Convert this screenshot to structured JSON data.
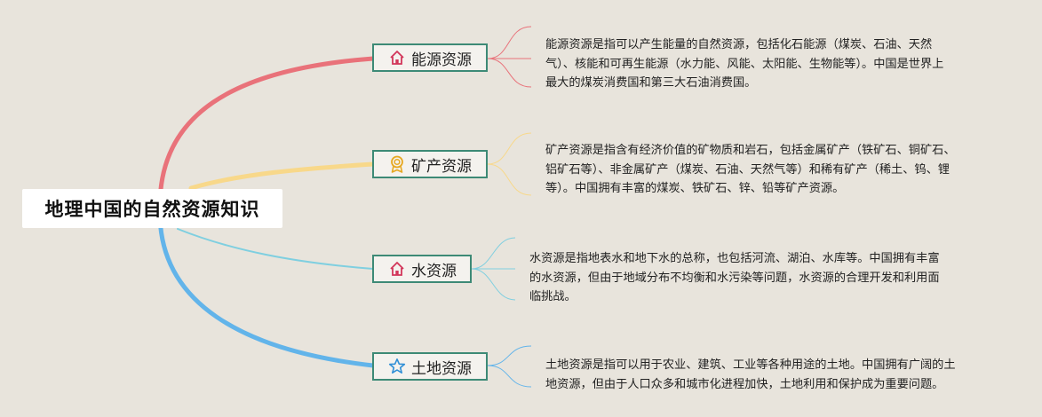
{
  "title": "地理中国的自然资源知识",
  "colors": {
    "background": "#e8e4dc",
    "node_border": "#3d8a76",
    "branch_energy": "#e9727a",
    "branch_mineral": "#f8d88a",
    "branch_water": "#7fcfe0",
    "branch_land": "#62b4ea"
  },
  "branches": [
    {
      "label": "能源资源",
      "icon": "house-icon",
      "text": [
        "能源资源是指可以产生能量的自然资源，包括化石能源（煤炭、石油、天然",
        "气）、核能和可再生能源（水力能、风能、太阳能、生物能等）。中国是世界上",
        "最大的煤炭消费国和第三大石油消费国。"
      ]
    },
    {
      "label": "矿产资源",
      "icon": "medal-icon",
      "text": [
        "矿产资源是指含有经济价值的矿物质和岩石，包括金属矿产（铁矿石、铜矿石、",
        "铝矿石等）、非金属矿产（煤炭、石油、天然气等）和稀有矿产（稀土、钨、锂",
        "等）。中国拥有丰富的煤炭、铁矿石、锌、铅等矿产资源。"
      ]
    },
    {
      "label": "水资源",
      "icon": "house-icon",
      "text": [
        "水资源是指地表水和地下水的总称，也包括河流、湖泊、水库等。中国拥有丰富",
        "的水资源，但由于地域分布不均衡和水污染等问题，水资源的合理开发和利用面",
        "临挑战。"
      ]
    },
    {
      "label": "土地资源",
      "icon": "star-icon",
      "text": [
        "土地资源是指可以用于农业、建筑、工业等各种用途的土地。中国拥有广阔的土",
        "地资源，但由于人口众多和城市化进程加快，土地利用和保护成为重要问题。"
      ]
    }
  ]
}
